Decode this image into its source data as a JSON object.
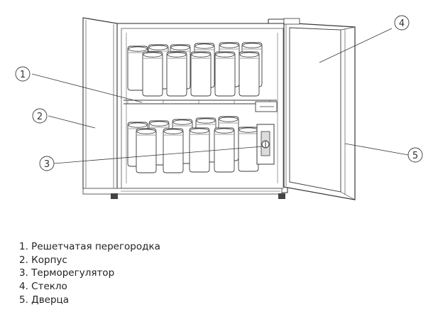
{
  "callouts": [
    {
      "n": "1",
      "label": "1. Решетчатая перегородка"
    },
    {
      "n": "2",
      "label": "2. Корпус"
    },
    {
      "n": "3",
      "label": "3. Терморегулятор"
    },
    {
      "n": "4",
      "label": "4. Стекло"
    },
    {
      "n": "5",
      "label": "5. Дверца"
    }
  ],
  "colors": {
    "line": "#3a3a3a",
    "can_fill": "#ffffff",
    "shade": "#e6e6e6"
  }
}
